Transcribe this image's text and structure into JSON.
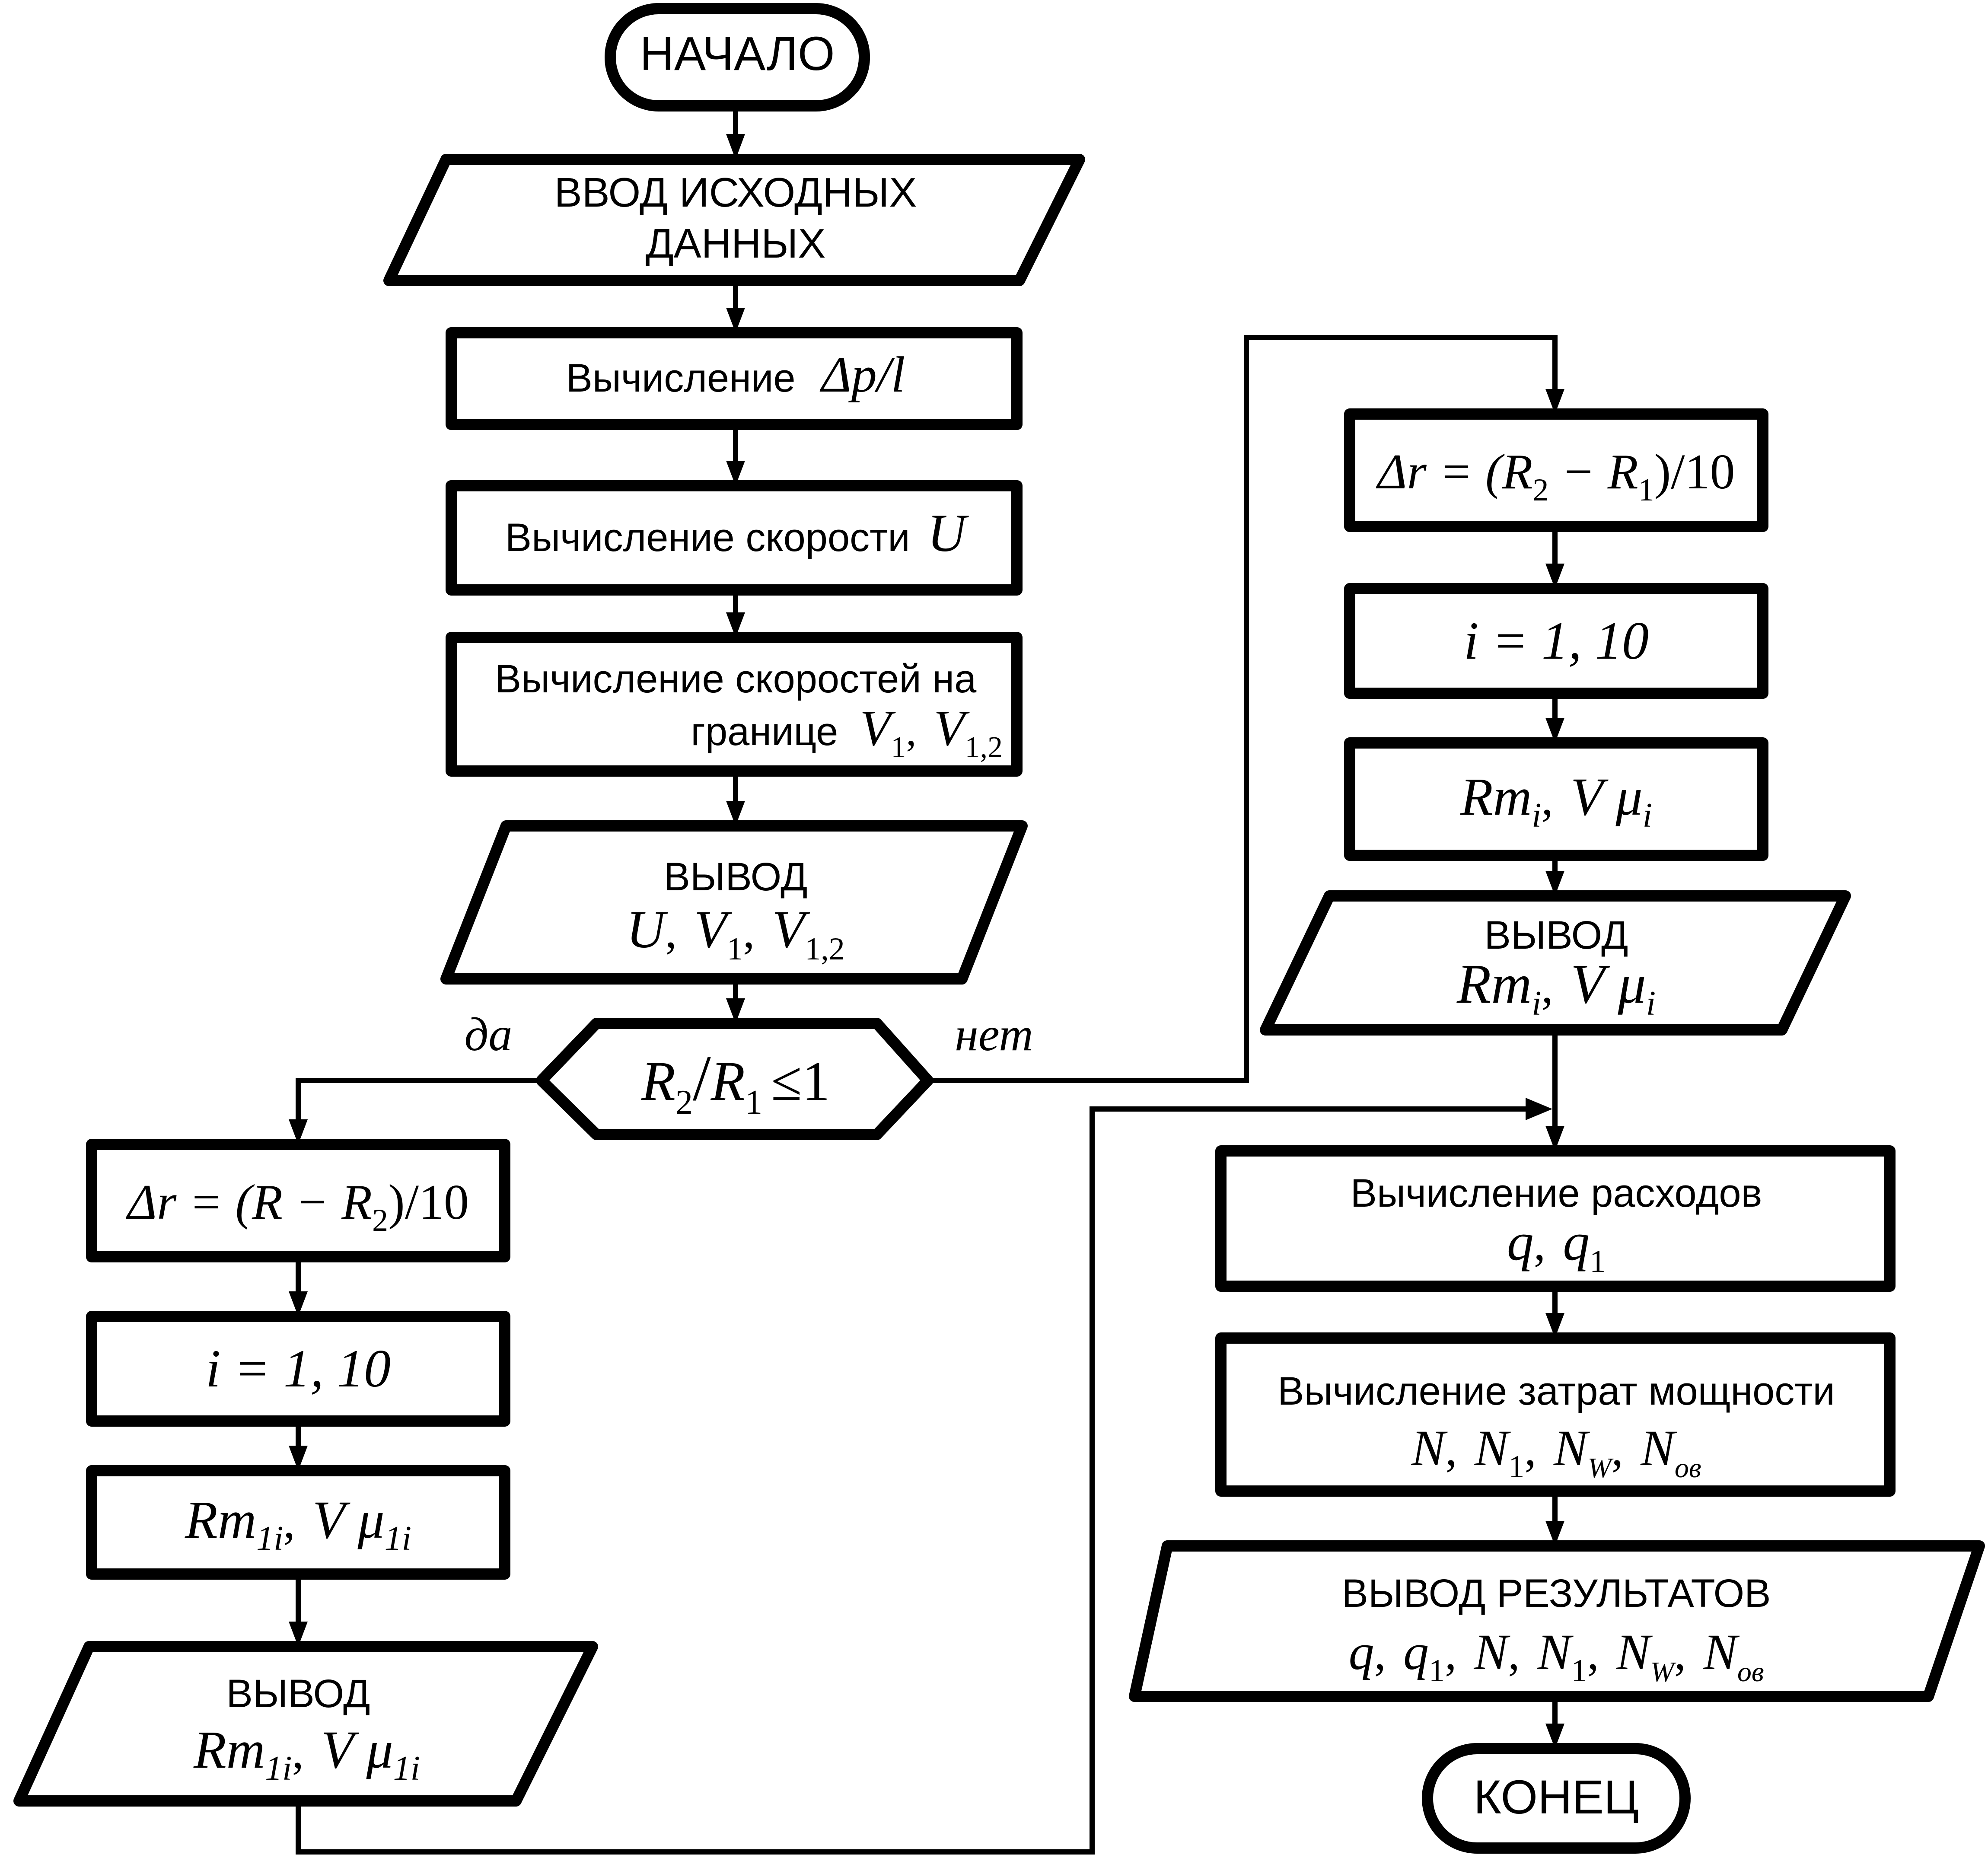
{
  "diagram": {
    "type": "flowchart",
    "colors": {
      "stroke": "#000000",
      "fill": "#ffffff"
    },
    "start": {
      "label": "НАЧАЛО"
    },
    "main": {
      "input": {
        "line1": "ВВОД ИСХОДНЫХ",
        "line2": "ДАННЫХ"
      },
      "calc_dp": {
        "text": "Вычисление",
        "math": "Δp/l"
      },
      "calc_u": {
        "text": "Вычисление скорости",
        "math": "U"
      },
      "calc_v": {
        "line1": "Вычисление скоростей на",
        "line2_text": "границе",
        "v": "V",
        "sub1": "1",
        "sep": ",",
        "sub12": "1,2"
      },
      "output": {
        "title": "ВЫВОД",
        "u": "U",
        "comma": ",",
        "v": "V",
        "sub1": "1",
        "sub12": "1,2"
      }
    },
    "decision": {
      "r": "R",
      "sub2": "2",
      "slash": "/",
      "sub1": "1",
      "op": "≤1",
      "yes_label": "да",
      "no_label": "нет"
    },
    "left_branch": {
      "dr": {
        "prefix": "Δr = (R − R",
        "sub": "2",
        "suffix": ")/10"
      },
      "loop": {
        "text": "i = 1, 10"
      },
      "calc": {
        "rm": "Rm",
        "sub": "1i",
        "comma": ",",
        "vmu": "V μ",
        "sub2": "1i"
      },
      "output": {
        "title": "ВЫВОД",
        "rm": "Rm",
        "sub": "1i",
        "comma": ",",
        "vmu": "V μ",
        "sub2": "1i"
      }
    },
    "right_branch": {
      "dr": {
        "prefix": "Δr = (R",
        "sub_a": "2",
        "mid": " − R",
        "sub_b": "1",
        "suffix": ")/10"
      },
      "loop": {
        "text": "i = 1, 10"
      },
      "calc": {
        "rm": "Rm",
        "sub": "i",
        "comma": ",",
        "vmu": "V μ",
        "sub2": "i"
      },
      "output": {
        "title": "ВЫВОД",
        "rm": "Rm",
        "sub": "i",
        "comma": ",",
        "vmu": "V μ",
        "sub2": "i"
      }
    },
    "final": {
      "flow": {
        "title": "Вычисление расходов",
        "q": "q",
        "comma": ",",
        "q1": "q",
        "sub1": "1"
      },
      "power": {
        "title": "Вычисление затрат мощности",
        "n": "N",
        "sub1": "1",
        "subw": "W",
        "subob": "ов",
        "comma": ","
      },
      "results": {
        "title": "ВЫВОД РЕЗУЛЬТАТОВ",
        "q": "q",
        "n": "N",
        "sub1": "1",
        "subw": "W",
        "subob": "ов",
        "comma": ","
      }
    },
    "end": {
      "label": "КОНЕЦ"
    }
  }
}
